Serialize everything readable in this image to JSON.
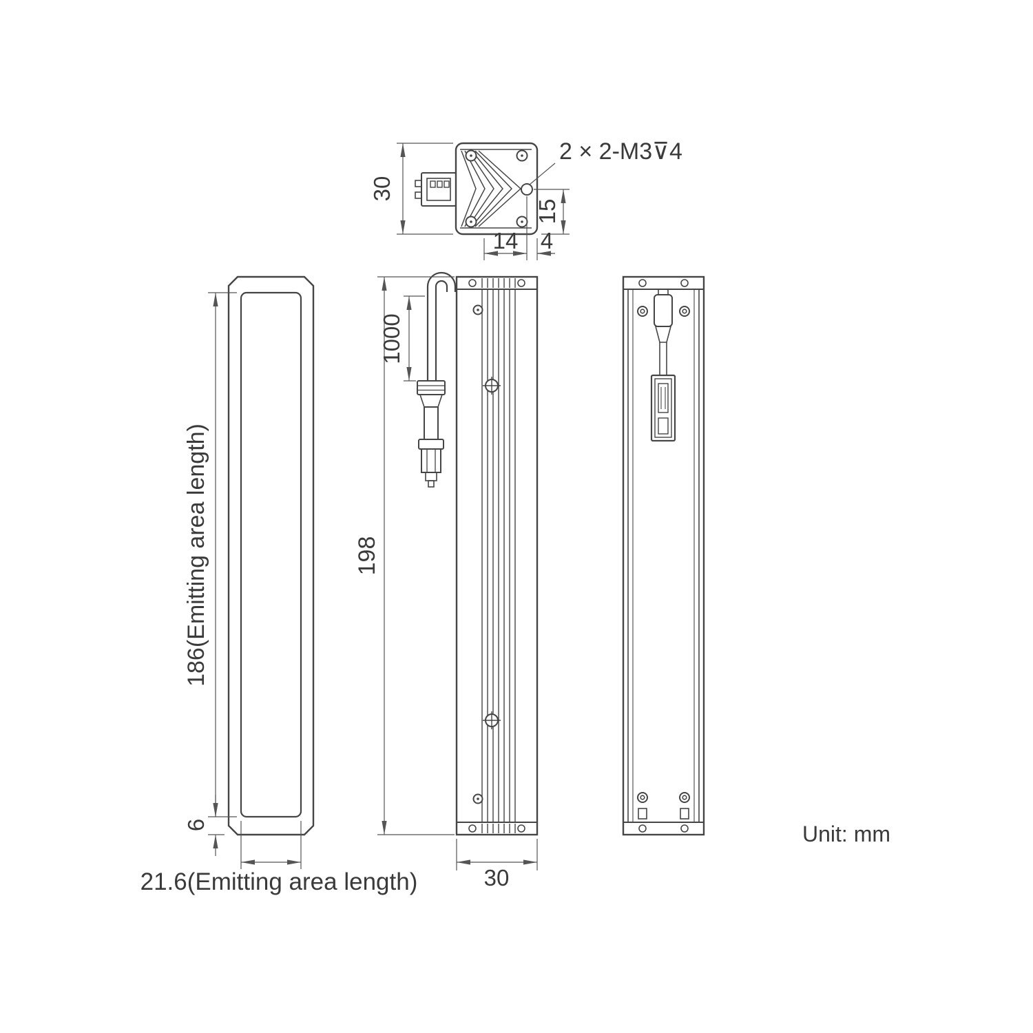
{
  "meta": {
    "unit_label": "Unit: mm"
  },
  "top_view": {
    "dim_height": "30",
    "dim_hole_to_edge": "15",
    "dim_hole_pitch": "14",
    "dim_edge": "4",
    "thread_callout": "2 × 2-M3⊽4"
  },
  "front_view": {
    "dim_emitting_length": "186(Emitting area length)",
    "dim_bottom_margin": "6",
    "dim_emitting_width": "21.6(Emitting area length)"
  },
  "side_view": {
    "dim_cable_length": "1000",
    "dim_overall_length": "198",
    "dim_depth": "30"
  }
}
